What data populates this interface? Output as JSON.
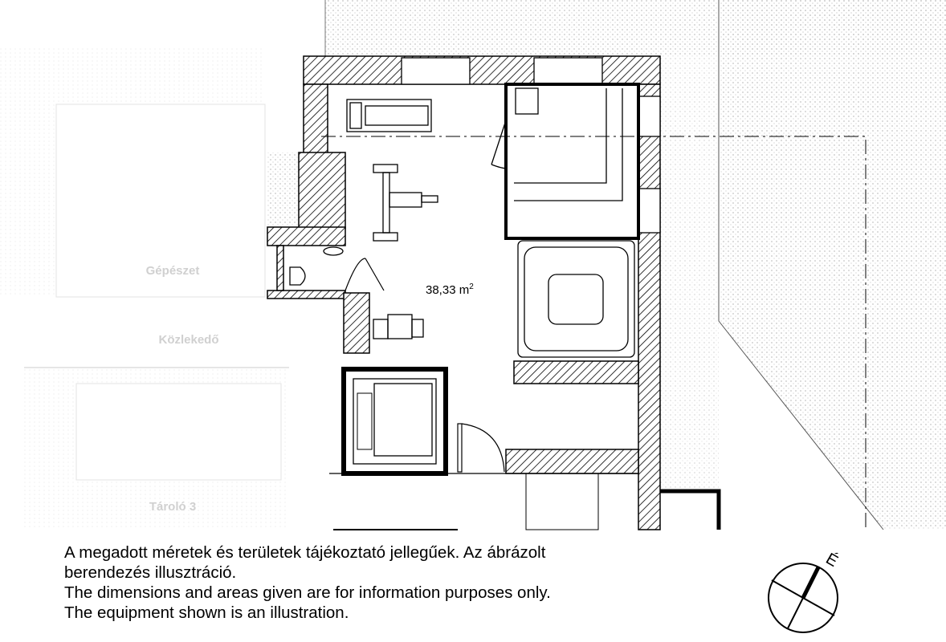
{
  "plan": {
    "area_label": "38,33 m",
    "area_unit_sup": "2",
    "faded_rooms": [
      "Gépészet",
      "Közlekedő",
      "Tároló 3"
    ]
  },
  "compass": {
    "north_label": "É"
  },
  "notes": {
    "hu_line1": "A megadott méretek és területek tájékoztató jellegűek. Az ábrázolt",
    "hu_line2": "berendezés illusztráció.",
    "en_line1": "The dimensions and areas given are for information purposes only.",
    "en_line2": "The equipment shown is an illustration."
  },
  "colors": {
    "line": "#000000",
    "faded": "#cfcfcf",
    "dots": "#9a9a9a"
  }
}
